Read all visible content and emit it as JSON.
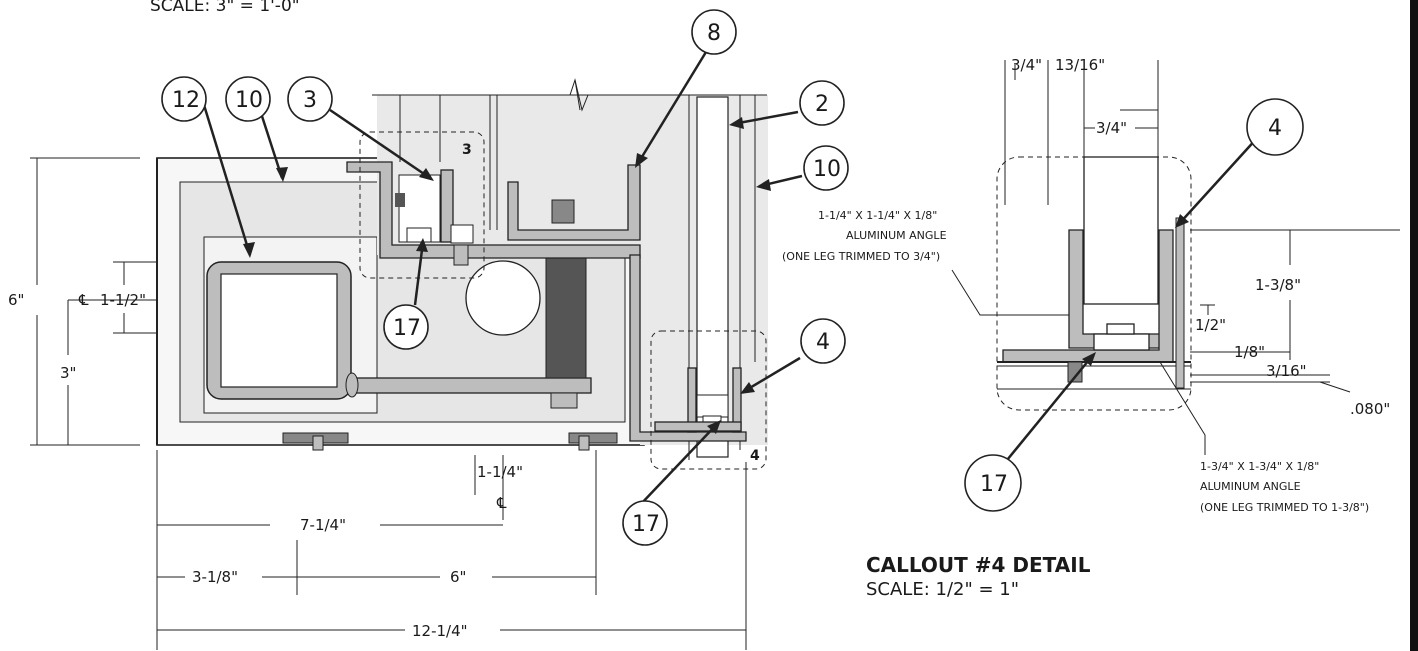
{
  "header": {
    "scale_note": "SCALE: 3\" = 1'-0\""
  },
  "callouts": {
    "c12": "12",
    "c10a": "10",
    "c3": "3",
    "c8": "8",
    "c2": "2",
    "c10b": "10",
    "c17a": "17",
    "c4a": "4",
    "c17b": "17",
    "c4b": "4",
    "c17c": "17"
  },
  "section_refs": {
    "ref3": "3",
    "ref4": "4"
  },
  "main_dims": {
    "height": "6\"",
    "centerline_mark": "℄",
    "half_height": "3\"",
    "tube_offset": "1-1/2\"",
    "offset_1_1_4": "1-1/4\"",
    "centerline_mark_bottom": "℄",
    "w_7_1_4": "7-1/4\"",
    "w_3_1_8": "3-1/8\"",
    "w_6": "6\"",
    "w_12_1_4": "12-1/4\""
  },
  "detail_dims": {
    "top_3_4": "3/4\"",
    "top_13_16": "13/16\"",
    "inner_3_4": "3/4\"",
    "h_1_3_8": "1-3/8\"",
    "h_1_2": "1/2\"",
    "h_1_8": "1/8\"",
    "h_3_16": "3/16\"",
    "h_080": ".080\""
  },
  "notes": {
    "angle_small_1": "1-1/4\" X 1-1/4\" X 1/8\"",
    "angle_small_2": "ALUMINUM ANGLE",
    "angle_small_3": "(ONE LEG TRIMMED TO 3/4\")",
    "angle_large_1": "1-3/4\" X 1-3/4\" X 1/8\"",
    "angle_large_2": "ALUMINUM ANGLE",
    "angle_large_3": "(ONE LEG TRIMMED TO 1-3/8\")"
  },
  "detail_title": {
    "title": "CALLOUT #4 DETAIL",
    "scale": "SCALE: 1/2\" = 1\""
  }
}
